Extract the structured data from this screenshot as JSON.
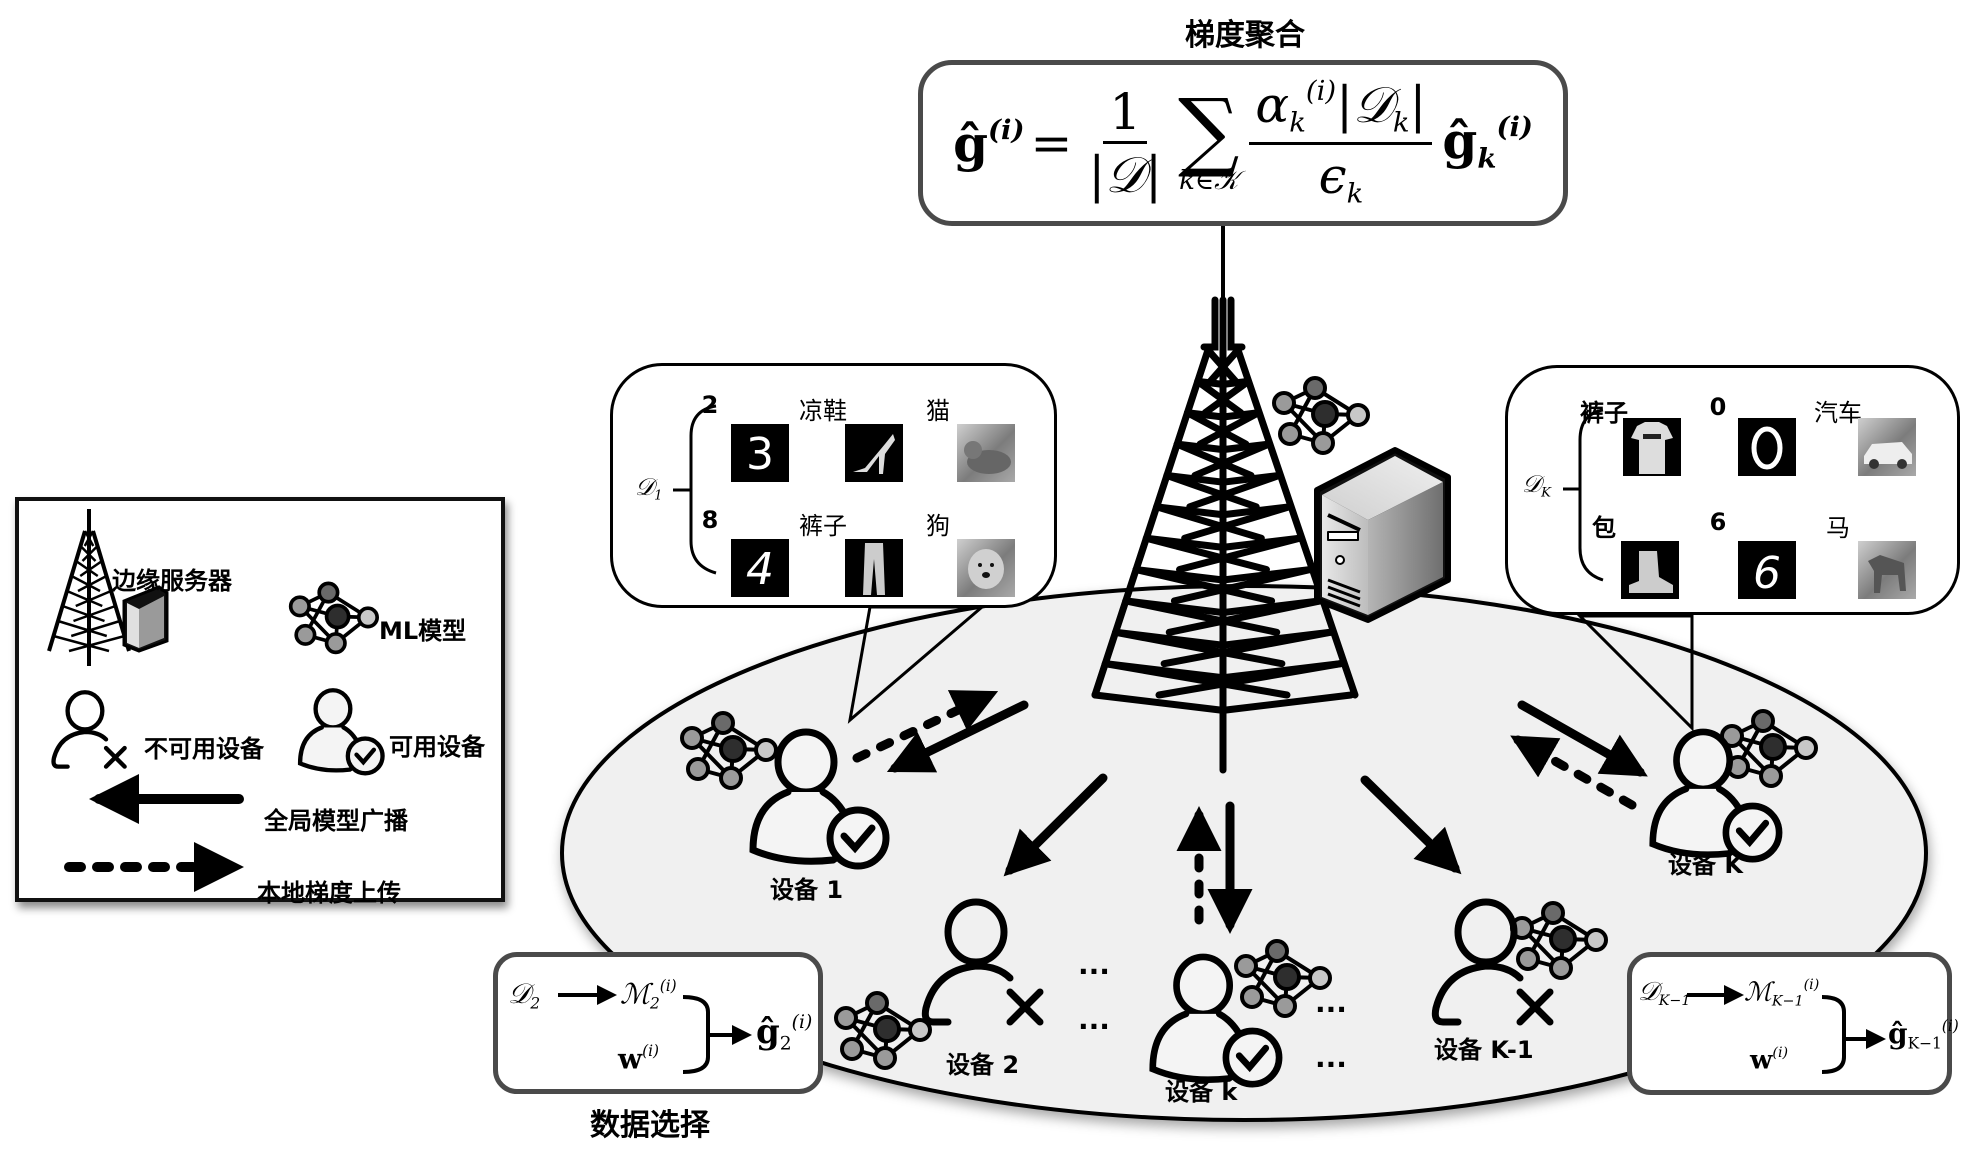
{
  "aggregation": {
    "title": "梯度聚合",
    "lhs": "ĝ",
    "lhs_sup": "(i)",
    "equals": "=",
    "frac1_num": "1",
    "frac1_den": "|𝒟|",
    "sum_symbol": "∑",
    "sum_limit": "k∈𝒦",
    "frac2_num_alpha": "α",
    "frac2_num_alpha_sub": "k",
    "frac2_num_alpha_sup": "(i)",
    "frac2_num_data": "|𝒟",
    "frac2_num_data_sub": "k",
    "frac2_num_close": "|",
    "frac2_den": "ϵ",
    "frac2_den_sub": "k",
    "rhs": "ĝ",
    "rhs_sub": "k",
    "rhs_sup": "(i)"
  },
  "legend": {
    "items": [
      {
        "icon": "tower-server-icon",
        "label": "边缘服务器"
      },
      {
        "icon": "ml-model-icon",
        "label": "ML模型"
      },
      {
        "icon": "unavailable-user-icon",
        "label": "不可用设备"
      },
      {
        "icon": "available-user-icon",
        "label": "可用设备"
      },
      {
        "icon": "solid-arrow-icon",
        "label": "全局模型广播"
      },
      {
        "icon": "dashed-arrow-icon",
        "label": "本地梯度上传"
      }
    ]
  },
  "datasets": {
    "left": {
      "name": "𝒟",
      "name_sub": "1",
      "cells": [
        {
          "label": "2",
          "image": "mnist-digit-3"
        },
        {
          "label": "凉鞋",
          "image": "fashion-sandal"
        },
        {
          "label": "猫",
          "image": "cifar-cat"
        },
        {
          "label": "8",
          "image": "mnist-digit-4"
        },
        {
          "label": "裤子",
          "image": "fashion-trousers"
        },
        {
          "label": "狗",
          "image": "cifar-dog"
        }
      ]
    },
    "right": {
      "name": "𝒟",
      "name_sub": "K",
      "cells": [
        {
          "label": "裤子",
          "image": "fashion-tshirt"
        },
        {
          "label": "0",
          "image": "mnist-digit-0"
        },
        {
          "label": "汽车",
          "image": "cifar-car"
        },
        {
          "label": "包",
          "image": "fashion-boot"
        },
        {
          "label": "6",
          "image": "mnist-digit-6"
        },
        {
          "label": "马",
          "image": "cifar-horse"
        }
      ]
    }
  },
  "devices": [
    {
      "label": "设备 1",
      "status": "available",
      "has_model": true
    },
    {
      "label": "设备 2",
      "status": "unavailable",
      "has_model": true
    },
    {
      "label": "设备 k",
      "status": "available",
      "has_model": true
    },
    {
      "label": "设备 K-1",
      "status": "unavailable",
      "has_model": true
    },
    {
      "label": "设备 K",
      "status": "available",
      "has_model": true
    }
  ],
  "ellipsis": "···",
  "selection": {
    "caption": "数据选择",
    "left": {
      "data": "𝒟",
      "data_sub": "2",
      "model": "ℳ",
      "model_sub": "2",
      "model_sup": "(i)",
      "weight": "w",
      "weight_sup": "(i)",
      "out": "ĝ",
      "out_sub": "2",
      "out_sup": "(i)"
    },
    "right": {
      "data": "𝒟",
      "data_sub": "K−1",
      "model": "ℳ",
      "model_sub": "K−1",
      "model_sup": "(i)",
      "weight": "w",
      "weight_sup": "(i)",
      "out": "ĝ",
      "out_sub": "K−1",
      "out_sup": "(i)"
    }
  },
  "colors": {
    "region_fill": "#f0f0f0",
    "box_border": "#4a4a4a",
    "node_dark": "#2e2e2e",
    "node_mid": "#6a6a6a",
    "node_gray": "#9a9a9a",
    "node_light": "#c8c8c8"
  }
}
